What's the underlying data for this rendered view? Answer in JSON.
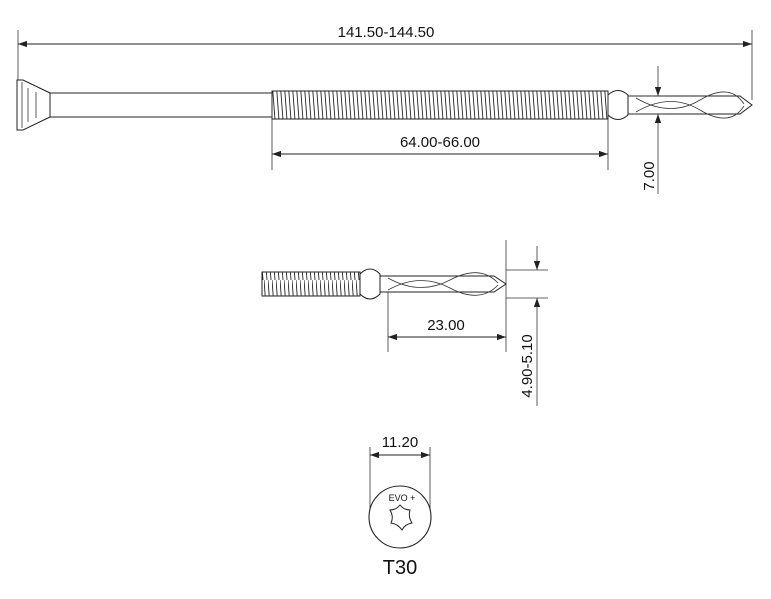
{
  "dimensions": {
    "overall_length": "141.50-144.50",
    "thread_length": "64.00-66.00",
    "thread_diameter": "7.00",
    "drill_tip_length": "23.00",
    "drill_tip_diameter": "4.90-5.10",
    "head_diameter": "11.20"
  },
  "head": {
    "drive": "T30",
    "marking": "EVO +"
  }
}
